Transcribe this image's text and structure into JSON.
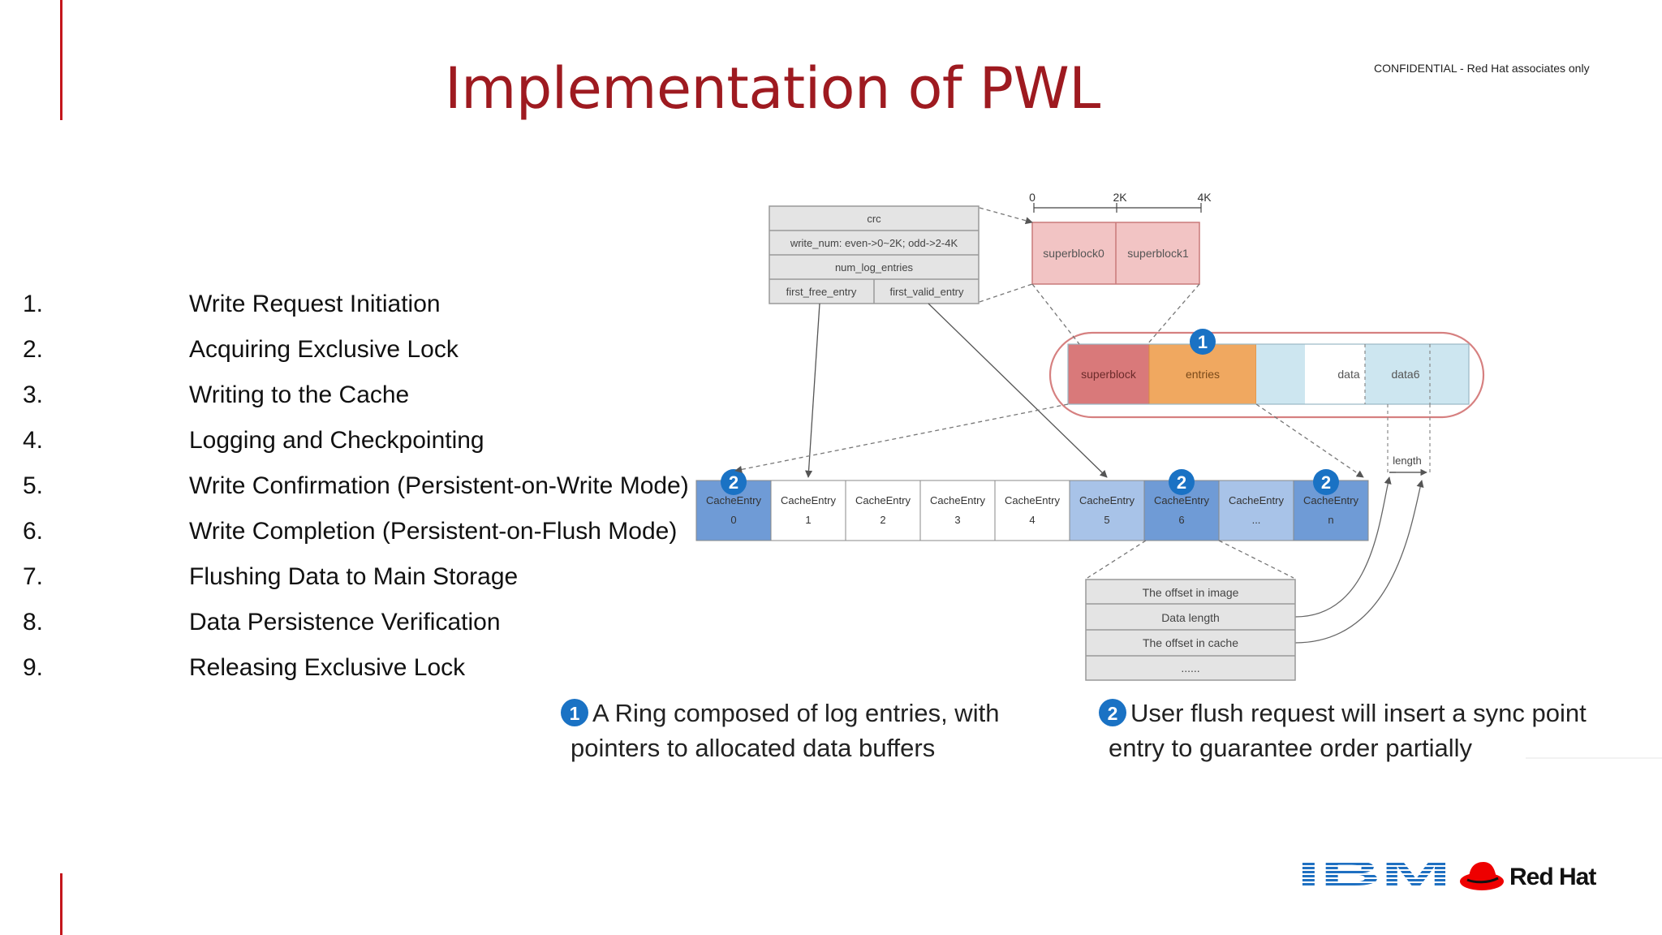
{
  "slide": {
    "title": "Implementation of PWL",
    "confidential": "CONFIDENTIAL - Red  Hat associates only"
  },
  "steps": [
    {
      "num": "1.",
      "text": "Write Request Initiation"
    },
    {
      "num": "2.",
      "text": "Acquiring Exclusive Lock"
    },
    {
      "num": "3.",
      "text": "Writing to the Cache"
    },
    {
      "num": "4.",
      "text": "Logging and Checkpointing"
    },
    {
      "num": "5.",
      "text": "Write Confirmation (Persistent-on-Write Mode)"
    },
    {
      "num": "6.",
      "text": "Write Completion (Persistent-on-Flush Mode)"
    },
    {
      "num": "7.",
      "text": "Flushing Data to Main Storage"
    },
    {
      "num": "8.",
      "text": "Data Persistence Verification"
    },
    {
      "num": "9.",
      "text": "Releasing Exclusive Lock"
    }
  ],
  "diagram": {
    "superblock_fields": [
      "crc",
      "write_num: even->0~2K; odd->2-4K",
      "num_log_entries",
      "first_free_entry",
      "first_valid_entry"
    ],
    "offset_ticks": [
      "0",
      "2K",
      "4K"
    ],
    "superblocks": [
      "superblock0",
      "superblock1"
    ],
    "ring_segments": [
      "superblock",
      "entries",
      "data",
      "data6"
    ],
    "length_label": "length",
    "cache_entries": [
      {
        "label": "CacheEntry",
        "index": "0"
      },
      {
        "label": "CacheEntry",
        "index": "1"
      },
      {
        "label": "CacheEntry",
        "index": "2"
      },
      {
        "label": "CacheEntry",
        "index": "3"
      },
      {
        "label": "CacheEntry",
        "index": "4"
      },
      {
        "label": "CacheEntry",
        "index": "5"
      },
      {
        "label": "CacheEntry",
        "index": "6"
      },
      {
        "label": "CacheEntry",
        "index": "..."
      },
      {
        "label": "CacheEntry",
        "index": "n"
      }
    ],
    "entry_fields": [
      "The offset in image",
      "Data length",
      "The offset in cache",
      "......"
    ],
    "badge_1": "1",
    "badge_2": "2",
    "caption_1_line1": "A Ring composed of log entries, with",
    "caption_1_line2": "pointers to allocated data buffers",
    "caption_2_line1": "User flush request will insert a sync point",
    "caption_2_line2": "entry to guarantee order partially",
    "colors": {
      "pink": "#f2c4c4",
      "superblock_red": "#d9797a",
      "entries_orange": "#f0a860",
      "light_blue": "#cde6f0",
      "entry_blue": "#6f9bd6",
      "entry_lightblue": "#a8c3e8",
      "badge_blue": "#1a72c4"
    }
  },
  "footer": {
    "ibm": "IBM",
    "redhat": "Red Hat"
  }
}
